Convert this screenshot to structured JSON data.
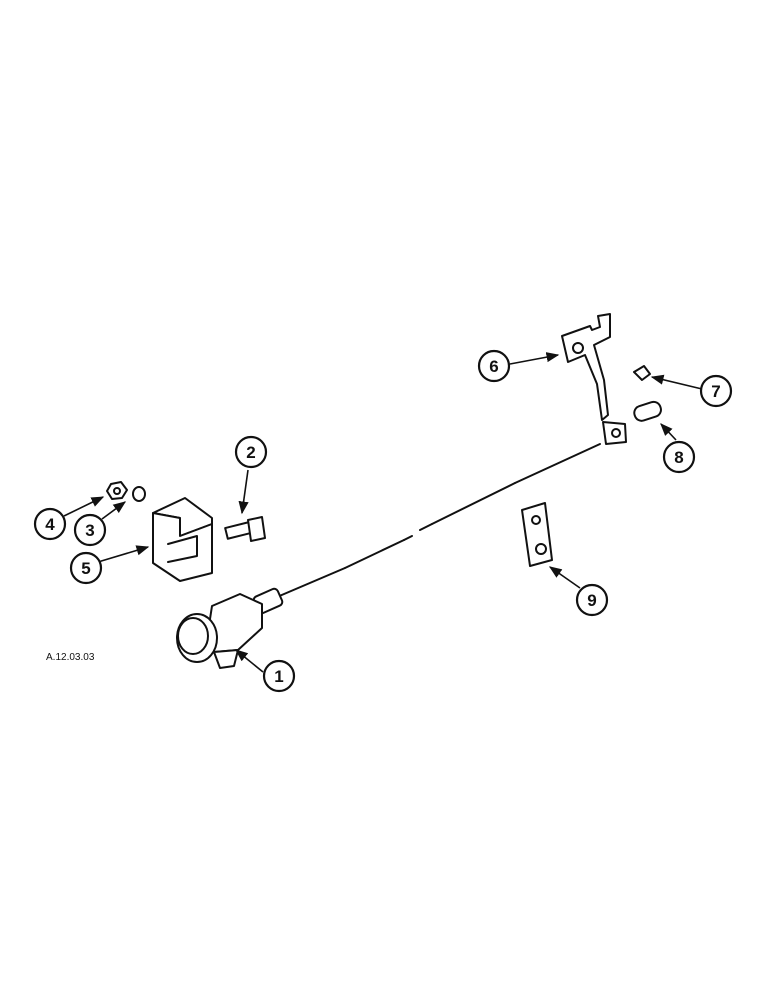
{
  "figure_code": "A.12.03.03",
  "callouts": [
    "1",
    "2",
    "3",
    "4",
    "5",
    "6",
    "7",
    "8",
    "9"
  ]
}
